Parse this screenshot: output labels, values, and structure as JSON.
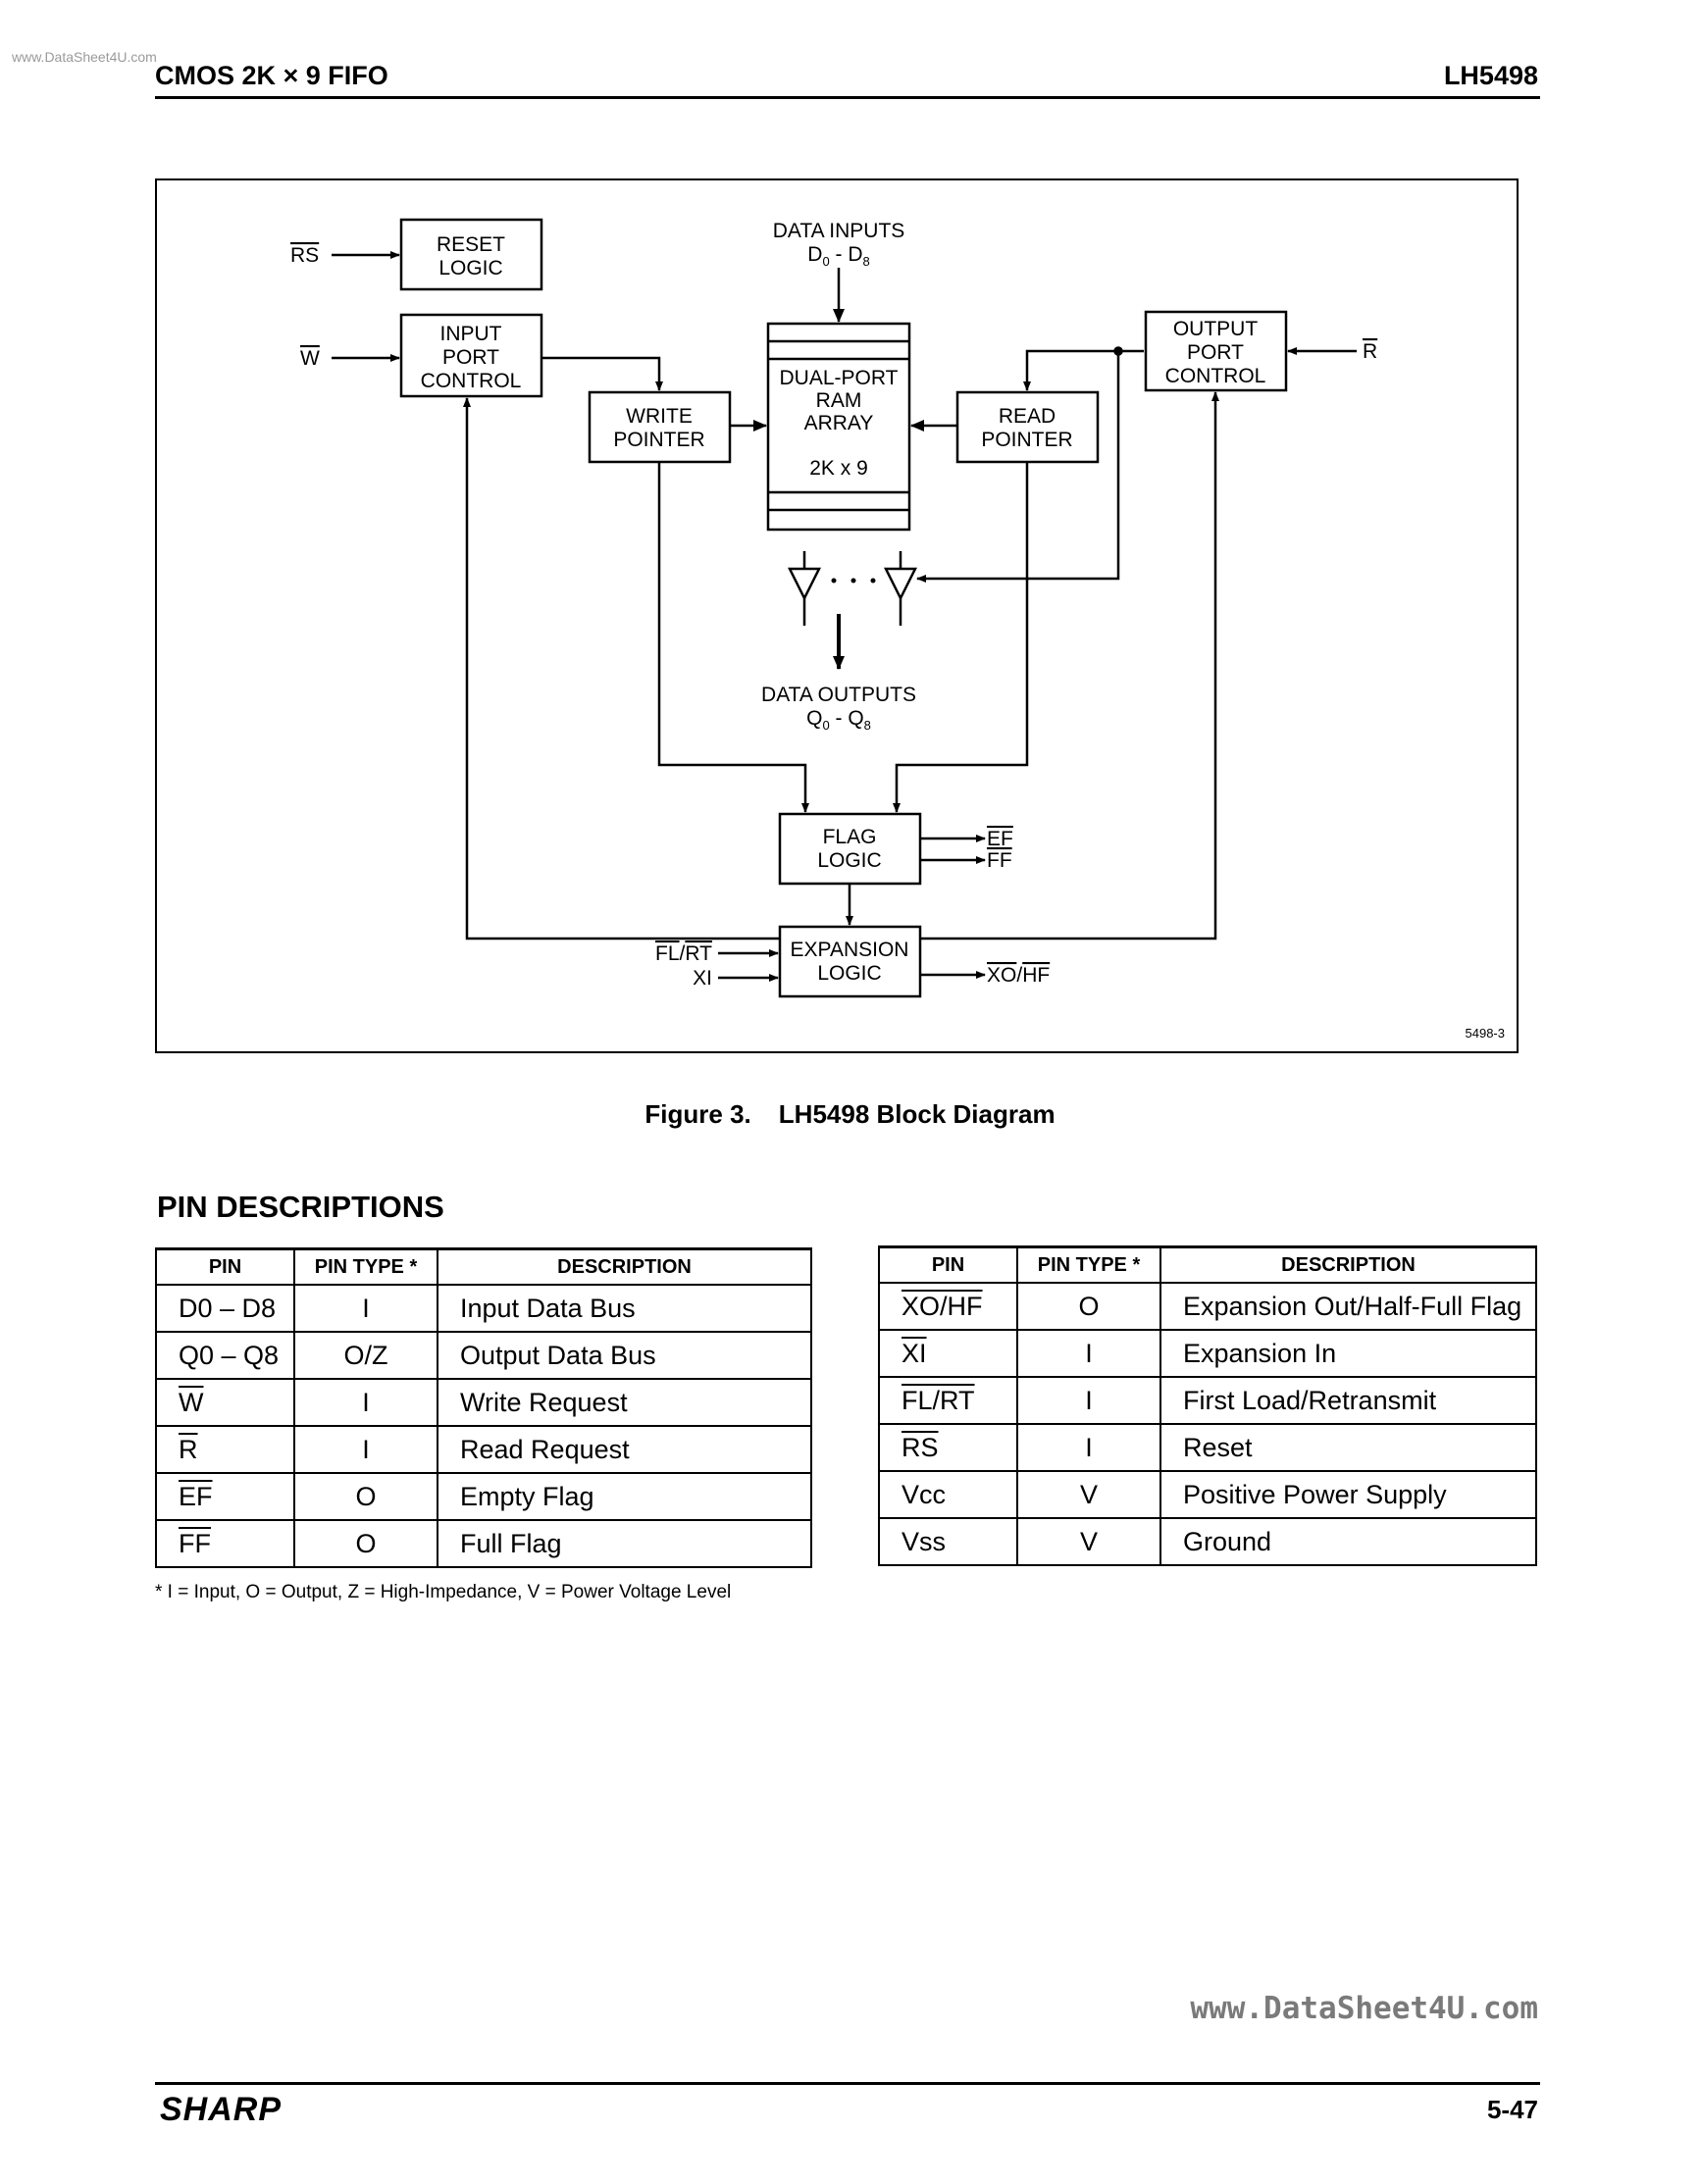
{
  "header": {
    "watermark": "www.DataSheet4U.com",
    "title": "CMOS 2K × 9 FIFO",
    "part_number": "LH5498"
  },
  "diagram": {
    "blocks": {
      "reset_logic": [
        "RESET",
        "LOGIC"
      ],
      "input_port_control": [
        "INPUT",
        "PORT",
        "CONTROL"
      ],
      "write_pointer": [
        "WRITE",
        "POINTER"
      ],
      "ram_array": [
        "DUAL-PORT",
        "RAM",
        "ARRAY",
        "2K x 9"
      ],
      "read_pointer": [
        "READ",
        "POINTER"
      ],
      "output_port_control": [
        "OUTPUT",
        "PORT",
        "CONTROL"
      ],
      "flag_logic": [
        "FLAG",
        "LOGIC"
      ],
      "expansion_logic": [
        "EXPANSION",
        "LOGIC"
      ]
    },
    "signals": {
      "rs": "RS",
      "w": "W",
      "r": "R",
      "data_inputs": "DATA INPUTS",
      "data_inputs_range": [
        "D",
        "0",
        " - D",
        "8"
      ],
      "data_outputs": "DATA OUTPUTS",
      "data_outputs_range": [
        "Q",
        "0",
        " - Q",
        "8"
      ],
      "ef": "EF",
      "ff": "FF",
      "fl_rt": [
        "FL",
        "/",
        "RT"
      ],
      "xi": "XI",
      "xo_hf": [
        "XO",
        "/",
        "HF"
      ]
    },
    "figure_id": "5498-3"
  },
  "caption": {
    "number": "Figure 3.",
    "title": "LH5498 Block Diagram"
  },
  "pin_descriptions": {
    "title": "PIN DESCRIPTIONS",
    "columns": [
      "PIN",
      "PIN TYPE *",
      "DESCRIPTION"
    ],
    "left_rows": [
      {
        "pin": [
          "D0 – D8"
        ],
        "type": "I",
        "desc": "Input Data Bus"
      },
      {
        "pin": [
          "Q0 – Q8"
        ],
        "type": "O/Z",
        "desc": "Output Data Bus"
      },
      {
        "pin": [
          "W"
        ],
        "type": "I",
        "desc": "Write Request"
      },
      {
        "pin": [
          "R"
        ],
        "type": "I",
        "desc": "Read Request"
      },
      {
        "pin": [
          "EF"
        ],
        "type": "O",
        "desc": "Empty Flag"
      },
      {
        "pin": [
          "FF"
        ],
        "type": "O",
        "desc": "Full Flag"
      }
    ],
    "right_rows": [
      {
        "pin": [
          "XO/HF"
        ],
        "type": "O",
        "desc": "Expansion Out/Half-Full Flag"
      },
      {
        "pin": [
          "XI"
        ],
        "type": "I",
        "desc": "Expansion In"
      },
      {
        "pin": [
          "FL/RT"
        ],
        "type": "I",
        "desc": "First Load/Retransmit"
      },
      {
        "pin": [
          "RS"
        ],
        "type": "I",
        "desc": "Reset"
      },
      {
        "pin": [
          "Vcc"
        ],
        "type": "V",
        "desc": "Positive Power Supply"
      },
      {
        "pin": [
          "Vss"
        ],
        "type": "V",
        "desc": "Ground"
      }
    ],
    "footnote": "* I = Input, O = Output, Z = High-Impedance, V = Power Voltage Level"
  },
  "footer": {
    "watermark": "www.DataSheet4U.com",
    "brand": "SHARP",
    "page_number": "5-47"
  }
}
